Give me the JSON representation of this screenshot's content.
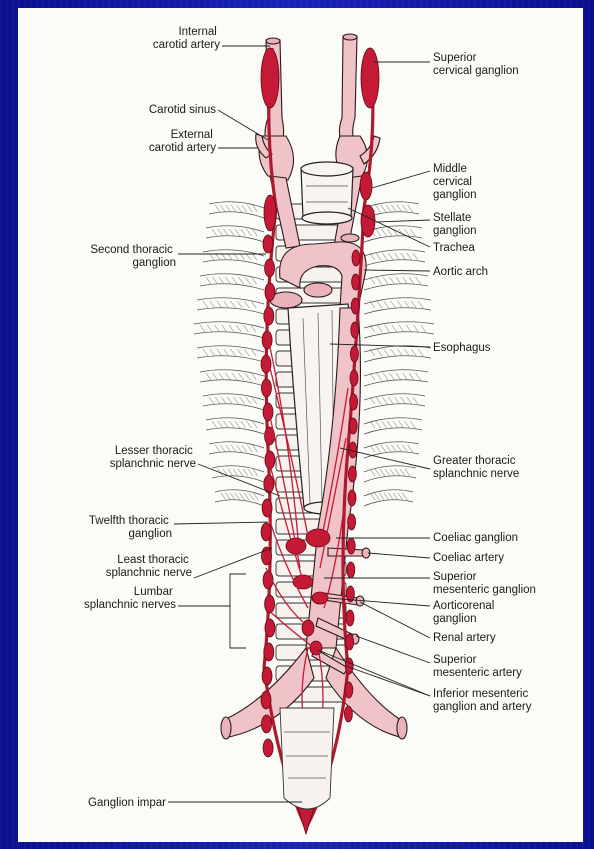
{
  "labels": {
    "internal_carotid": [
      "Internal",
      "carotid artery"
    ],
    "superior_cervical": [
      "Superior",
      "cervical ganglion"
    ],
    "carotid_sinus": [
      "Carotid sinus"
    ],
    "external_carotid": [
      "External",
      "carotid artery"
    ],
    "middle_cervical": [
      "Middle",
      "cervical",
      "ganglion"
    ],
    "stellate": [
      "Stellate",
      "ganglion"
    ],
    "trachea": [
      "Trachea"
    ],
    "second_thoracic": [
      "Second thoracic",
      "ganglion"
    ],
    "aortic_arch": [
      "Aortic arch"
    ],
    "esophagus": [
      "Esophagus"
    ],
    "lesser_splanchnic": [
      "Lesser thoracic",
      "splanchnic nerve"
    ],
    "greater_splanchnic": [
      "Greater thoracic",
      "splanchnic nerve"
    ],
    "twelfth_thoracic": [
      "Twelfth thoracic",
      "ganglion"
    ],
    "coeliac_ganglion": [
      "Coeliac ganglion"
    ],
    "least_splanchnic": [
      "Least thoracic",
      "splanchnic nerve"
    ],
    "coeliac_artery": [
      "Coeliac artery"
    ],
    "lumbar_splanchnic": [
      "Lumbar",
      "splanchnic nerves"
    ],
    "superior_mesenteric_ganglion": [
      "Superior",
      "mesenteric ganglion"
    ],
    "aorticorenal": [
      "Aorticorenal",
      "ganglion"
    ],
    "renal_artery": [
      "Renal artery"
    ],
    "superior_mesenteric_artery": [
      "Superior",
      "mesenteric artery"
    ],
    "inferior_mesenteric": [
      "Inferior mesenteric",
      "ganglion and artery"
    ],
    "ganglion_impar": [
      "Ganglion impar"
    ]
  },
  "colors": {
    "slide_background": "#1a22b8",
    "figure_background": "#fbfbf8",
    "sympathetic_chain": "#b0182c",
    "vessel_fill": "#f0c3c8"
  }
}
